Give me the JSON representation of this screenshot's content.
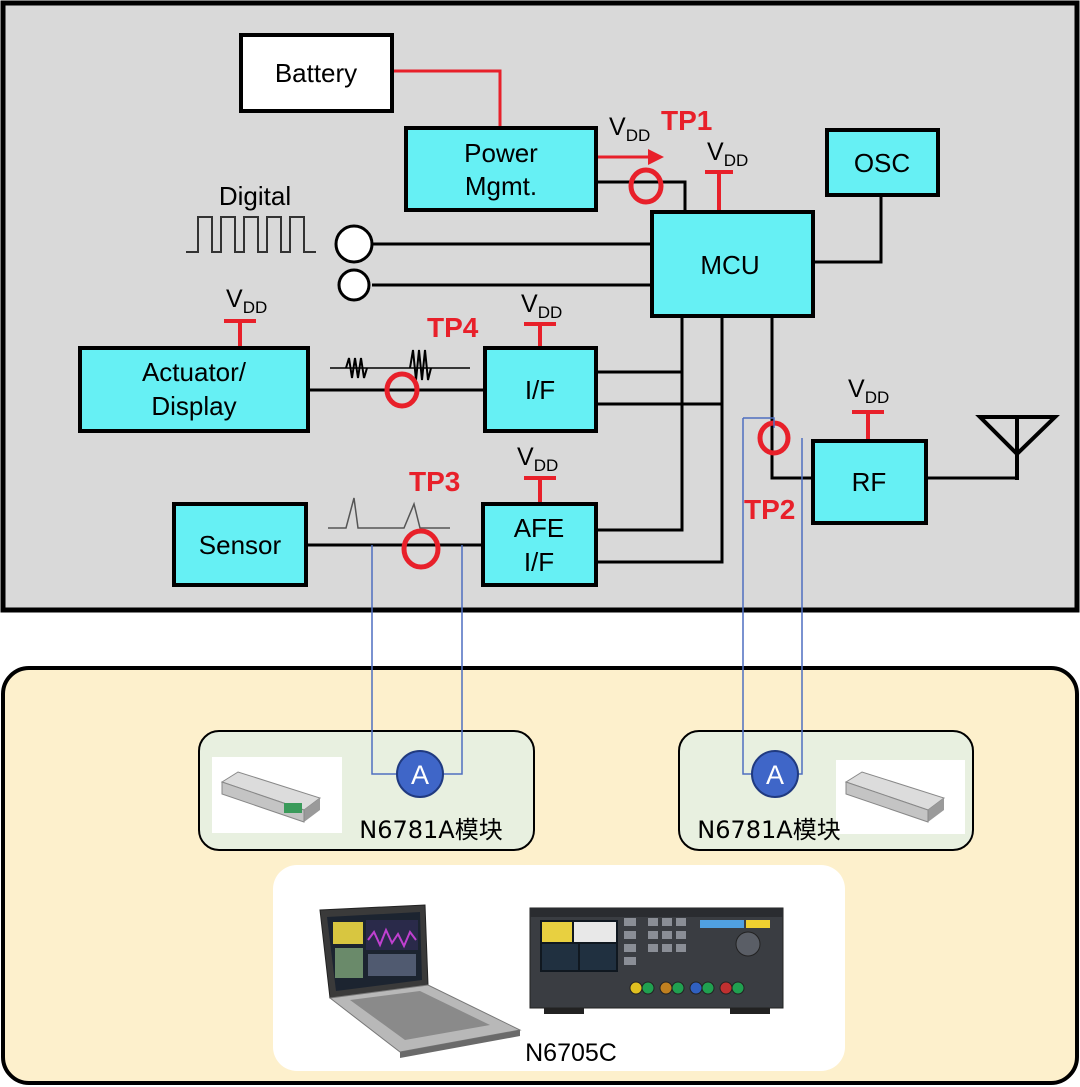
{
  "blocks": {
    "battery": "Battery",
    "power_line1": "Power",
    "power_line2": "Mgmt.",
    "mcu": "MCU",
    "osc": "OSC",
    "actuator_line1": "Actuator/",
    "actuator_line2": "Display",
    "if": "I/F",
    "sensor": "Sensor",
    "afe_line1": "AFE",
    "afe_line2": "I/F",
    "rf": "RF"
  },
  "labels": {
    "digital": "Digital",
    "vdd_main": "V",
    "vdd_sub": "DD"
  },
  "test_points": {
    "tp1": "TP1",
    "tp2": "TP2",
    "tp3": "TP3",
    "tp4": "TP4"
  },
  "instruments": {
    "ammeter_symbol": "A",
    "module_left": "N6781A模块",
    "module_right": "N6781A模块",
    "mainframe": "N6705C"
  },
  "colors": {
    "panel_bg": "#d9d9d9",
    "block_fill": "#66f0f4",
    "signal_red": "#e8202a",
    "bench_bg": "#fdf0cc",
    "module_bg": "#e8f0e0",
    "probe_wire": "#4f6fc0",
    "ammeter_fill": "#3f66c8"
  }
}
